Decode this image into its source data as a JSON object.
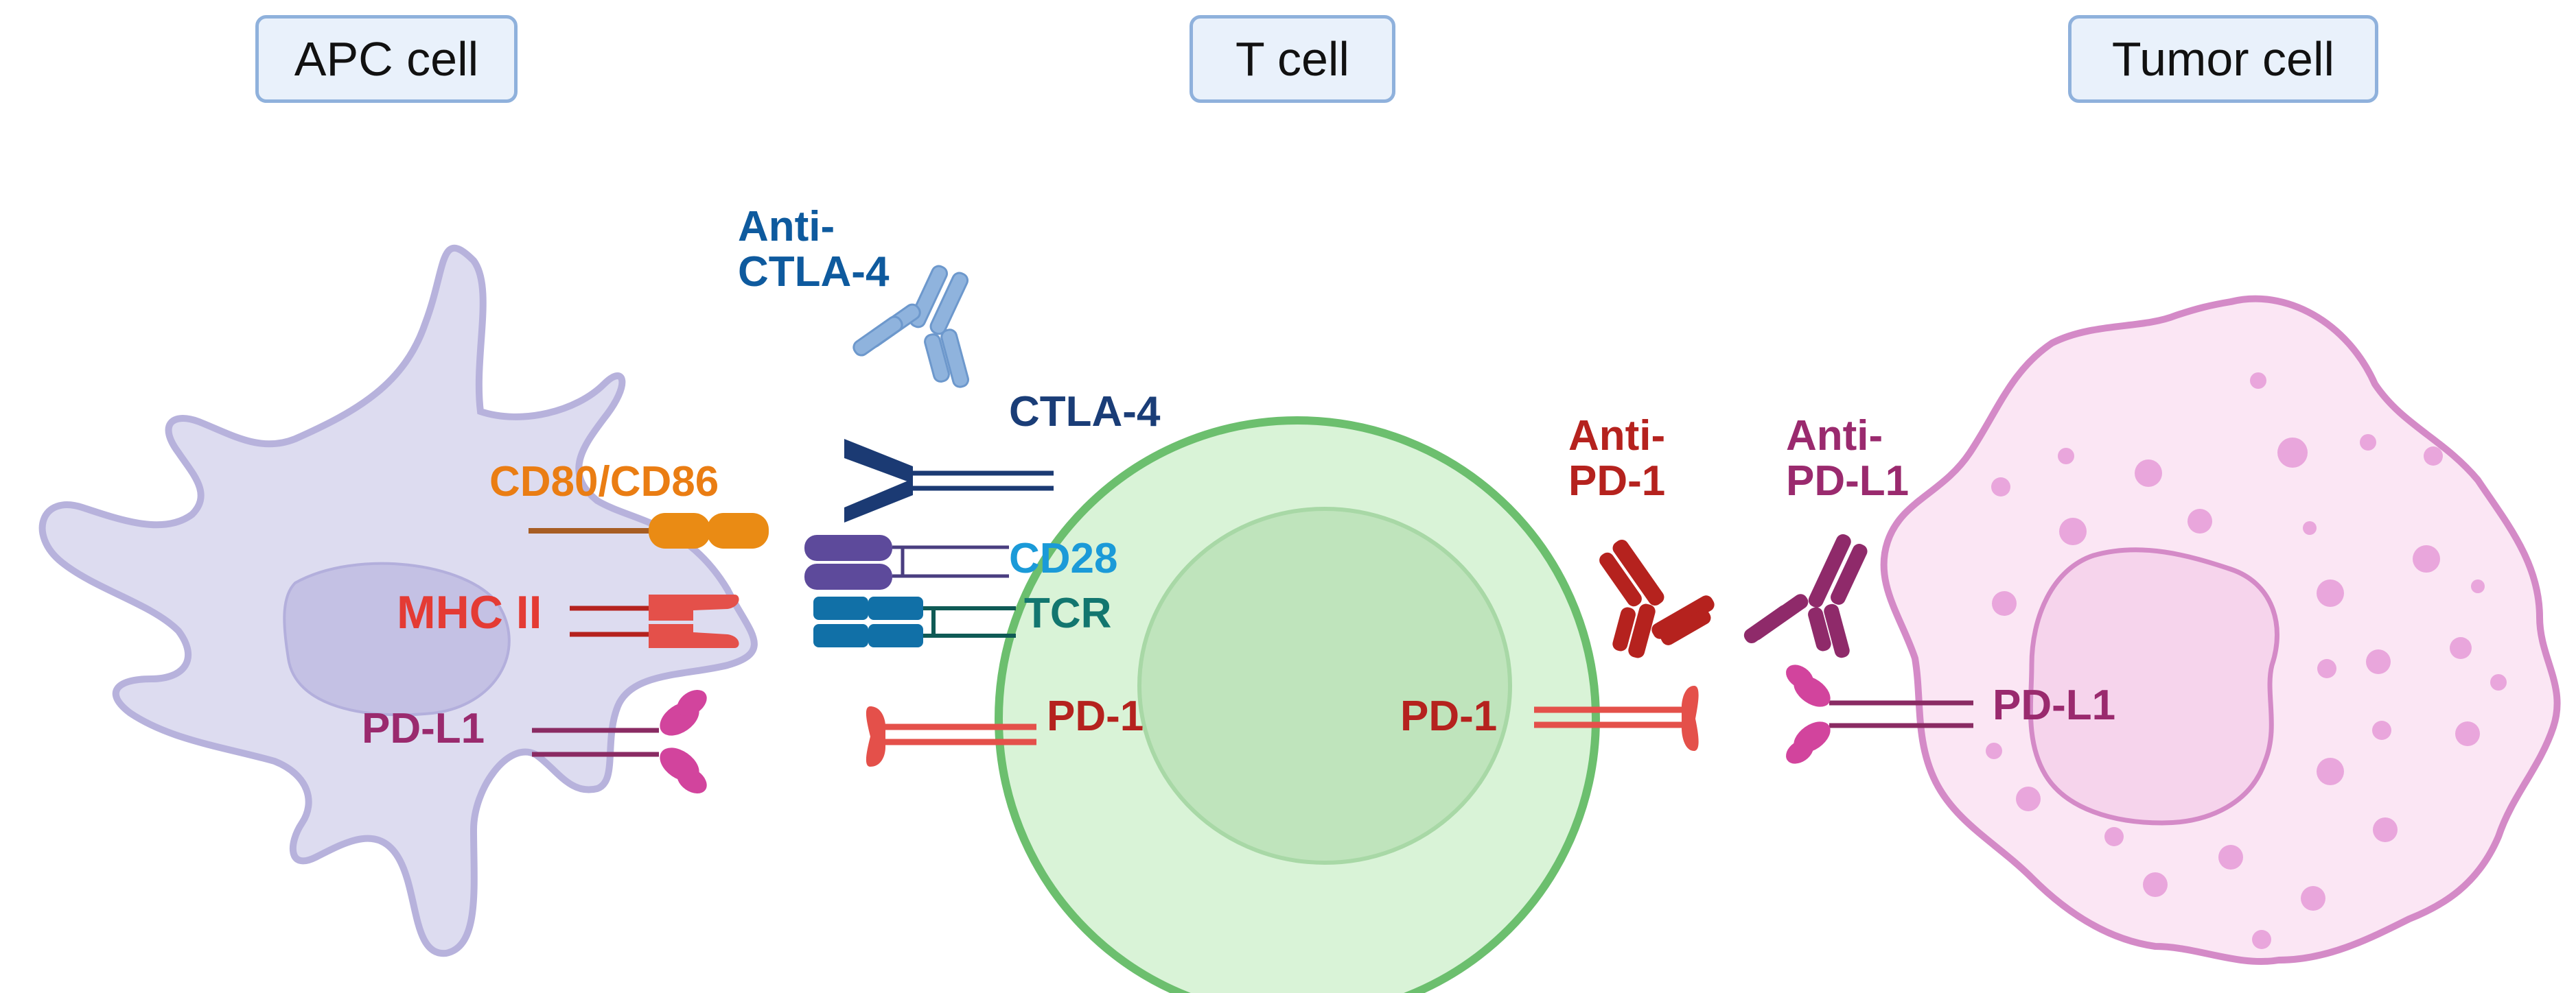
{
  "headers": {
    "apc": "APC cell",
    "t": "T cell",
    "tumor": "Tumor cell"
  },
  "labels": {
    "anti_ctla4_line1": "Anti-",
    "anti_ctla4_line2": "CTLA-4",
    "ctla4": "CTLA-4",
    "cd80_cd86": "CD80/CD86",
    "cd28": "CD28",
    "mhc2": "MHC II",
    "tcr": "TCR",
    "pdl1_apc": "PD-L1",
    "pd1_left": "PD-1",
    "pd1_right": "PD-1",
    "anti_pd1_line1": "Anti-",
    "anti_pd1_line2": "PD-1",
    "anti_pdl1_line1": "Anti-",
    "anti_pdl1_line2": "PD-L1",
    "pdl1_tumor": "PD-L1"
  },
  "colors": {
    "apc_fill": "#dddcf0",
    "apc_stroke": "#b7b2dc",
    "apc_nucleus": "#c4c1e4",
    "tcell_fill": "#d9f3d7",
    "tcell_stroke": "#6cbf6e",
    "tcell_nucleus": "#bfe4bc",
    "tumor_fill": "#fbe6f4",
    "tumor_stroke": "#d48ac7",
    "tumor_spot": "#e9a6dc",
    "anti_ctla4": "#0e5a9e",
    "ctla4": "#1b3a73",
    "cd80": "#ea7d13",
    "cd28": "#1b9ad8",
    "cd28_receptor": "#5d4a9b",
    "mhc2": "#e43b34",
    "tcr": "#12766f",
    "tcr_receptor": "#1170a7",
    "pdl1": "#9a2a6e",
    "pdl1_receptor": "#d2449d",
    "pd1": "#b5221e",
    "pd1_receptor": "#e4504a",
    "anti_pd1": "#a8231b",
    "anti_pdl1": "#8f2a6a",
    "anti_ctla4_antibody": "#8fb3dd"
  }
}
